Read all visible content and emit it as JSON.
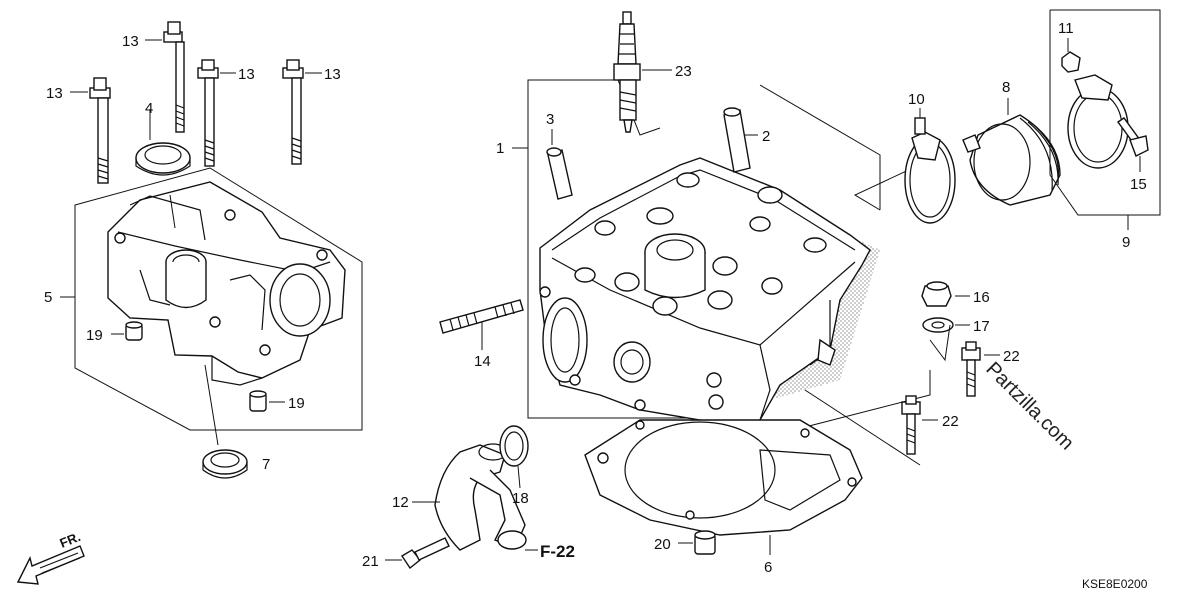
{
  "callouts": {
    "c1": "1",
    "c2": "2",
    "c3": "3",
    "c4": "4",
    "c5": "5",
    "c6": "6",
    "c7": "7",
    "c8": "8",
    "c9": "9",
    "c10": "10",
    "c11": "11",
    "c12": "12",
    "c13a": "13",
    "c13b": "13",
    "c13c": "13",
    "c13d": "13",
    "c14": "14",
    "c15": "15",
    "c16": "16",
    "c17": "17",
    "c18": "18",
    "c19a": "19",
    "c19b": "19",
    "c20": "20",
    "c21": "21",
    "c22a": "22",
    "c22b": "22",
    "c23": "23"
  },
  "reference": "F-22",
  "front_marker": "FR.",
  "watermark": "Partzilla.com",
  "diagram_code": "KSE8E0200"
}
